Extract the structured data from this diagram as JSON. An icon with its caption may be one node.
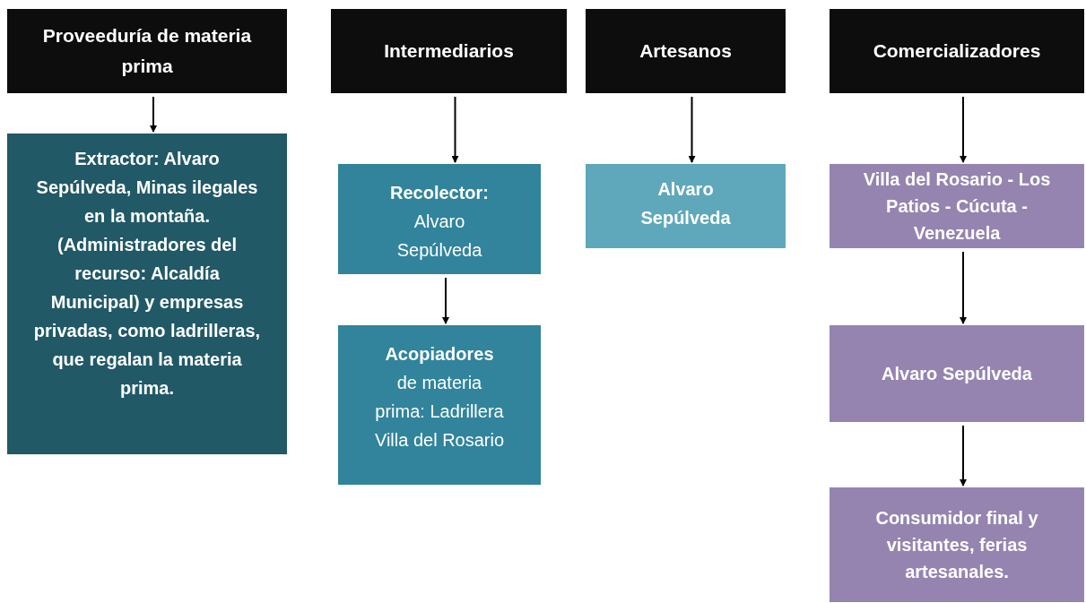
{
  "diagram": {
    "nodes": [
      {
        "text": [
          "Proveeduría de materia prima"
        ]
      },
      {
        "text": [
          "Extractor: Alvaro Sepúlveda, Minas ilegales en la montaña. (Administradores del recurso: Alcaldía Municipal) y empresas privadas, como ladrilleras, que regalan la materia prima."
        ]
      },
      {
        "text": [
          "Intermediarios"
        ]
      },
      {
        "text": [
          "**Recolector:** Alvaro Sepúlveda"
        ]
      },
      {
        "text": [
          "**Acopiadores** de materia prima: Ladrillera Villa del Rosario"
        ]
      },
      {
        "text": [
          "Artesanos"
        ]
      },
      {
        "text": [
          "Alvaro Sepúlveda"
        ]
      },
      {
        "text": [
          "Comercializadores"
        ]
      },
      {
        "text": [
          "Villa del Rosario - Los Patios - Cúcuta - Venezuela"
        ]
      },
      {
        "text": [
          "Alvaro Sepúlveda"
        ]
      },
      {
        "text": [
          "Consumidor final y visitantes, ferias artesanales."
        ]
      }
    ],
    "edges": [
      {
        "from": 0,
        "to": 1,
        "arrow": "to"
      },
      {
        "from": 2,
        "to": 3,
        "arrow": "to"
      },
      {
        "from": 3,
        "to": 4,
        "arrow": "to"
      },
      {
        "from": 5,
        "to": 6,
        "arrow": "to"
      },
      {
        "from": 7,
        "to": 8,
        "arrow": "to"
      },
      {
        "from": 8,
        "to": 9,
        "arrow": "to"
      },
      {
        "from": 9,
        "to": 10,
        "arrow": "to"
      }
    ]
  }
}
